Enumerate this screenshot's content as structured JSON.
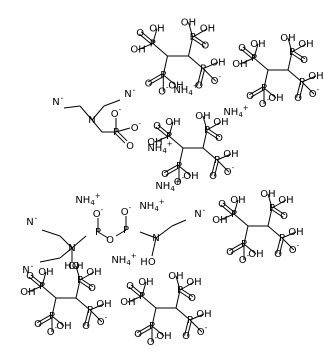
{
  "atoms": {
    "P": "P",
    "O": "O",
    "OH": "OH",
    "HO": "HO",
    "N": "N",
    "N_radical": "N",
    "NH4": "NH",
    "four": "4",
    "plus": "+",
    "minus": "-",
    "radical_dot": "·"
  },
  "colors": {
    "bond": "#000000",
    "text": "#000000",
    "background": "#ffffff"
  }
}
